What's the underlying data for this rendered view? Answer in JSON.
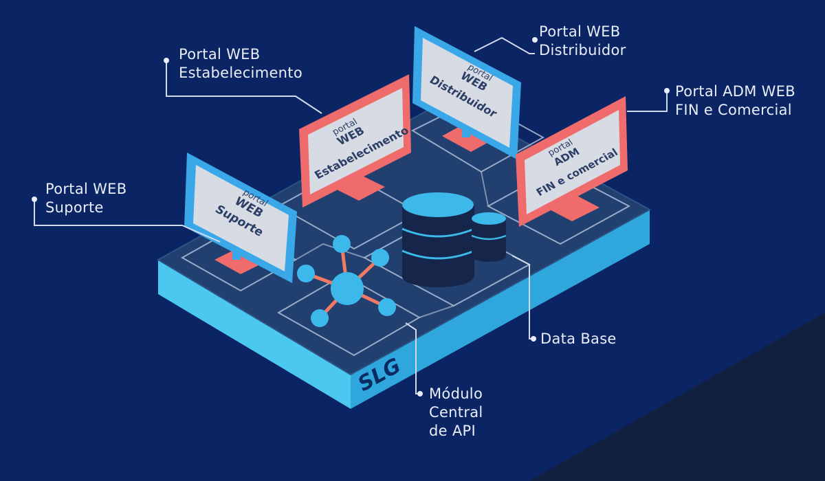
{
  "labels": {
    "distribuidor": {
      "line1": "Portal WEB",
      "line2": "Distribuidor"
    },
    "estabelecimento": {
      "line1": "Portal WEB",
      "line2": "Estabelecimento"
    },
    "adm": {
      "line1": "Portal ADM WEB",
      "line2": "FIN e Comercial"
    },
    "suporte": {
      "line1": "Portal WEB",
      "line2": "Suporte"
    },
    "database": {
      "line1": "Data Base"
    },
    "api": {
      "line1": "Módulo",
      "line2": "Central",
      "line3": "de API"
    }
  },
  "monitors": {
    "suporte": {
      "small": "portal",
      "line1": "WEB",
      "line2": "Suporte"
    },
    "estabelecimento": {
      "small": "portal",
      "line1": "WEB",
      "line2": "Estabelecimento"
    },
    "distribuidor": {
      "small": "portal",
      "line1": "WEB",
      "line2": "Distribuidor"
    },
    "adm": {
      "small": "portal",
      "line1": "ADM",
      "line2": "FIN e comercial"
    }
  },
  "platform": {
    "name": "SLG"
  },
  "colors": {
    "background": "#0b2564",
    "platform_top": "#1f3a6d",
    "platform_side": "#49c6ef",
    "blue_frame": "#3aa8e8",
    "red_frame": "#f06c6c",
    "node": "#3cb8ea",
    "edge": "#f07a63"
  }
}
